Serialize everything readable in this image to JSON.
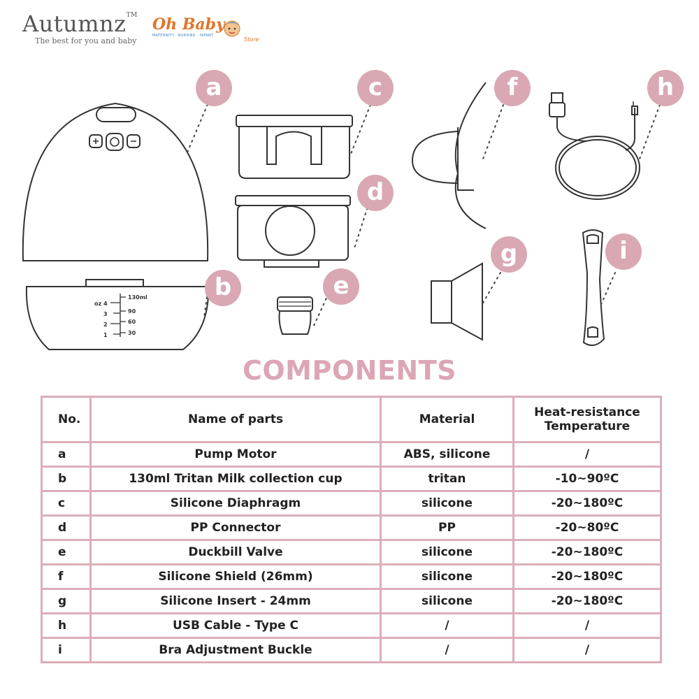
{
  "header": {
    "autumnz": {
      "brand": "Autumnz",
      "tm": "TM",
      "tagline": "The best for you and baby"
    },
    "ohbaby": {
      "brand": "Oh Baby",
      "store": "Store",
      "subtitle": "MATERNITY · NURSING · INFANT"
    }
  },
  "diagram": {
    "labels": [
      "a",
      "b",
      "c",
      "d",
      "e",
      "f",
      "g",
      "h",
      "i"
    ],
    "cup_markings": {
      "unit_oz": "oz",
      "oz_marks": [
        "4",
        "3",
        "2",
        "1"
      ],
      "ml_marks": [
        "130ml",
        "90",
        "60",
        "30"
      ]
    }
  },
  "title": "COMPONENTS",
  "table": {
    "headers": [
      "No.",
      "Name of parts",
      "Material",
      "Heat-resistance Temperature"
    ],
    "rows": [
      [
        "a",
        "Pump Motor",
        "ABS, silicone",
        "/"
      ],
      [
        "b",
        "130ml Tritan Milk collection cup",
        "tritan",
        "-10~90ºC"
      ],
      [
        "c",
        "Silicone Diaphragm",
        "silicone",
        "-20~180ºC"
      ],
      [
        "d",
        "PP Connector",
        "PP",
        "-20~80ºC"
      ],
      [
        "e",
        "Duckbill Valve",
        "silicone",
        "-20~180ºC"
      ],
      [
        "f",
        "Silicone Shield (26mm)",
        "silicone",
        "-20~180ºC"
      ],
      [
        "g",
        "Silicone Insert - 24mm",
        "silicone",
        "-20~180ºC"
      ],
      [
        "h",
        "USB Cable - Type C",
        "/",
        "/"
      ],
      [
        "i",
        "Bra Adjustment Buckle",
        "/",
        "/"
      ]
    ]
  },
  "colors": {
    "accent_pink": "#dca6b5",
    "badge_pink": "#d9a8b3",
    "logo_orange": "#e0752a",
    "logo_blue": "#3a7fc4"
  }
}
